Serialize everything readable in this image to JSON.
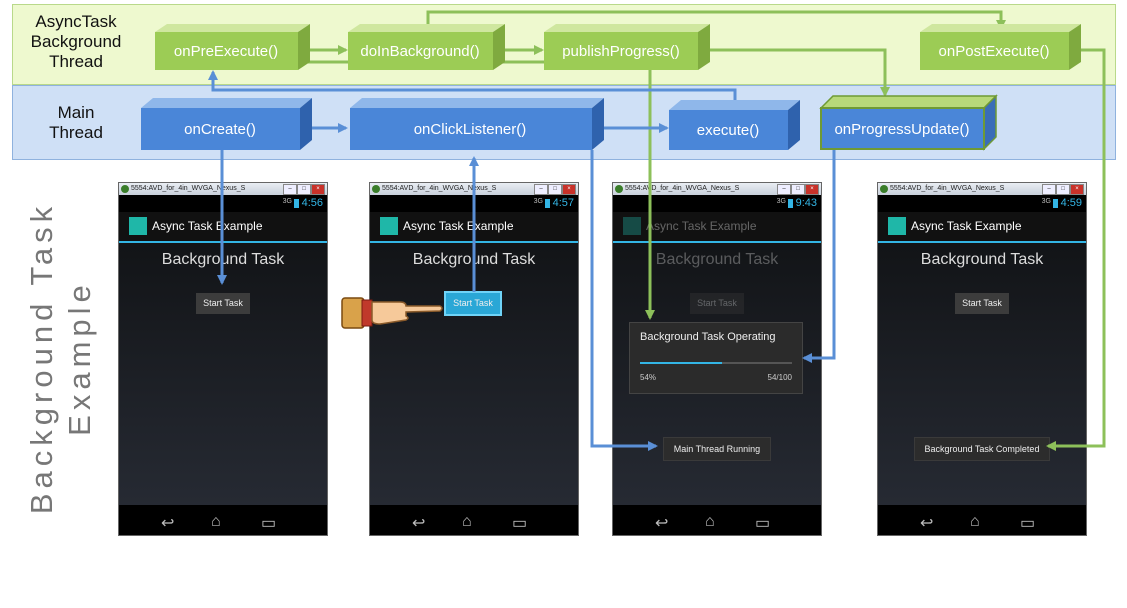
{
  "lanes": {
    "background": {
      "label_lines": [
        "AsyncTask",
        "Background",
        "Thread"
      ]
    },
    "main": {
      "label_lines": [
        "Main",
        "Thread"
      ]
    }
  },
  "side_title": {
    "line1": "Background Task",
    "line2": "Example"
  },
  "boxes": {
    "on_pre_execute": "onPreExecute()",
    "do_in_background": "doInBackground()",
    "publish_progress": "publishProgress()",
    "on_post_execute": "onPostExecute()",
    "on_create": "onCreate()",
    "on_click_listener": "onClickListener()",
    "execute": "execute()",
    "on_progress_update": "onProgressUpdate()"
  },
  "colors": {
    "green_box": "#9ccc55",
    "blue_box": "#4a86d8",
    "green_arrow": "#8dc05a",
    "blue_arrow": "#5a8fd6",
    "accent": "#33b5e5"
  },
  "phones": [
    {
      "window_title": "5554:AVD_for_4in_WVGA_Nexus_S",
      "signal": "3G",
      "time": "4:56",
      "app_name": "Async Task Example",
      "heading": "Background Task",
      "button_label": "Start Task"
    },
    {
      "window_title": "5554:AVD_for_4in_WVGA_Nexus_S",
      "signal": "3G",
      "time": "4:57",
      "app_name": "Async Task Example",
      "heading": "Background Task",
      "button_label": "Start Task"
    },
    {
      "window_title": "5554:AVD_for_4in_WVGA_Nexus_S",
      "signal": "3G",
      "time": "9:43",
      "app_name": "Async Task Example",
      "heading": "Background Task",
      "button_label": "Start Task",
      "dialog": {
        "title": "Background Task Operating",
        "percent_label": "54%",
        "count_label": "54/100",
        "progress": 0.54
      },
      "toast": "Main Thread Running"
    },
    {
      "window_title": "5554:AVD_for_4in_WVGA_Nexus_S",
      "signal": "3G",
      "time": "4:59",
      "app_name": "Async Task Example",
      "heading": "Background Task",
      "button_label": "Start Task",
      "toast": "Background Task Completed"
    }
  ],
  "window_controls": {
    "minimize": "–",
    "maximize": "□",
    "close": "×"
  },
  "nav_icons": {
    "back": "back-icon",
    "home": "home-icon",
    "recent": "recent-apps-icon"
  }
}
